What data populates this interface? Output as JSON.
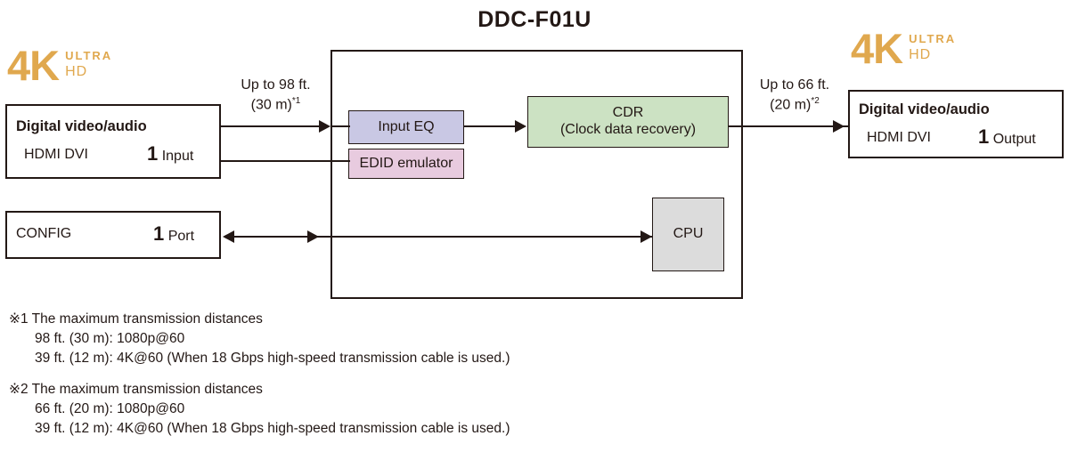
{
  "title": "DDC-F01U",
  "logos": {
    "left": {
      "big": "4K",
      "ultra": "ULTRA",
      "hd": "HD"
    },
    "right": {
      "big": "4K",
      "ultra": "ULTRA",
      "hd": "HD"
    }
  },
  "input_box": {
    "title": "Digital video/audio",
    "sub": "HDMI DVI",
    "count": "1",
    "unit": "Input"
  },
  "config_box": {
    "label": "CONFIG",
    "count": "1",
    "unit": "Port"
  },
  "output_box": {
    "title": "Digital video/audio",
    "sub": "HDMI DVI",
    "count": "1",
    "unit": "Output"
  },
  "blocks": {
    "input_eq": {
      "label": "Input EQ",
      "color": "#C9C8E4"
    },
    "edid": {
      "label": "EDID emulator",
      "color": "#E8CBDF"
    },
    "cdr": {
      "line1": "CDR",
      "line2": "(Clock data recovery)",
      "color": "#CCE2C3"
    },
    "cpu": {
      "label": "CPU",
      "color": "#DCDCDC"
    }
  },
  "distances": {
    "input": {
      "line1": "Up to 98 ft.",
      "line2": "(30 m)",
      "note": "*1"
    },
    "output": {
      "line1": "Up to 66 ft.",
      "line2": "(20 m)",
      "note": "*2"
    }
  },
  "notes": [
    {
      "marker": "※1",
      "head": "The maximum transmission distances",
      "lines": [
        "98 ft. (30 m): 1080p@60",
        "39 ft. (12 m): 4K@60 (When 18 Gbps high-speed transmission cable is used.)"
      ]
    },
    {
      "marker": "※2",
      "head": "The maximum transmission distances",
      "lines": [
        "66 ft. (20 m): 1080p@60",
        "39 ft. (12 m): 4K@60 (When 18 Gbps high-speed transmission cable is used.)"
      ]
    }
  ],
  "colors": {
    "ink": "#231815",
    "logo_gold": "#E0A84E"
  }
}
